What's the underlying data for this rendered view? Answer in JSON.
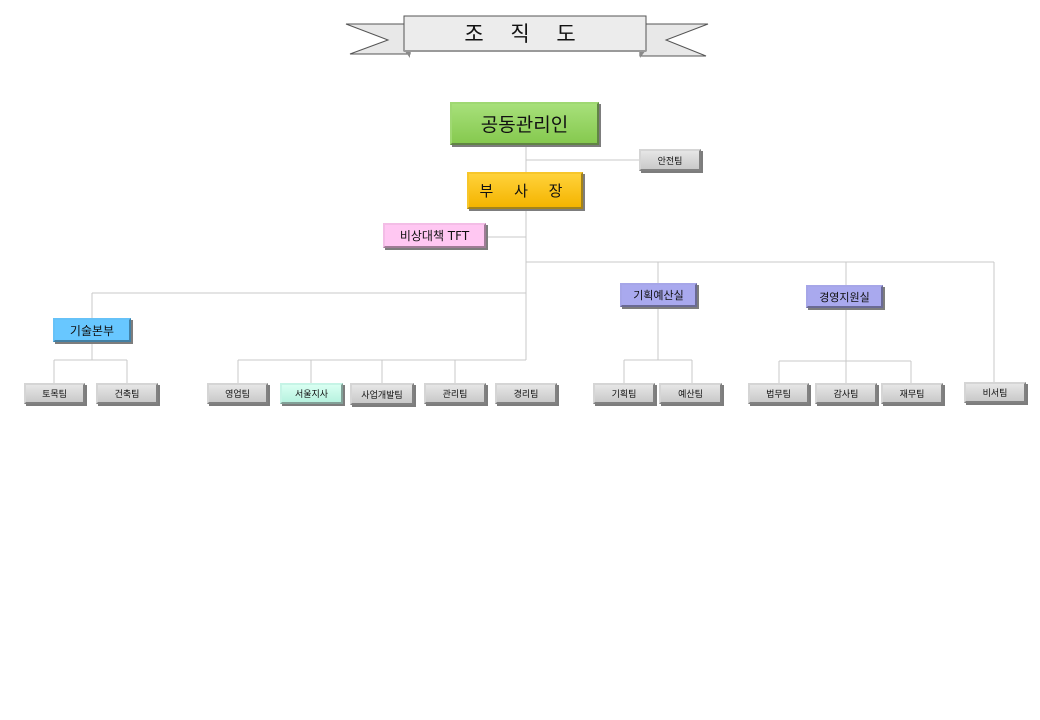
{
  "title": "조 직 도",
  "nodes": {
    "board": "공동관리인",
    "safety": "안전팀",
    "vice_president": "부 사 장",
    "emergency_tft": "비상대책 TFT",
    "tech_division": "기술본부",
    "civil": "토목팀",
    "architecture": "건축팀",
    "sales": "영업팀",
    "seoul_branch": "서울지사",
    "business_dev": "사업개발팀",
    "management": "관리팀",
    "accounting": "경리팀",
    "planning_budget_office": "기획예산실",
    "planning": "기획팀",
    "budget": "예산팀",
    "management_support_office": "경영지원실",
    "legal": "법무팀",
    "audit": "감사팀",
    "finance": "재무팀",
    "secretary": "비서팀"
  },
  "colors": {
    "connector": "#c8c8c8",
    "ribbon": "#e6e6e6",
    "ribbon_shadow": "#8a8a8a"
  }
}
